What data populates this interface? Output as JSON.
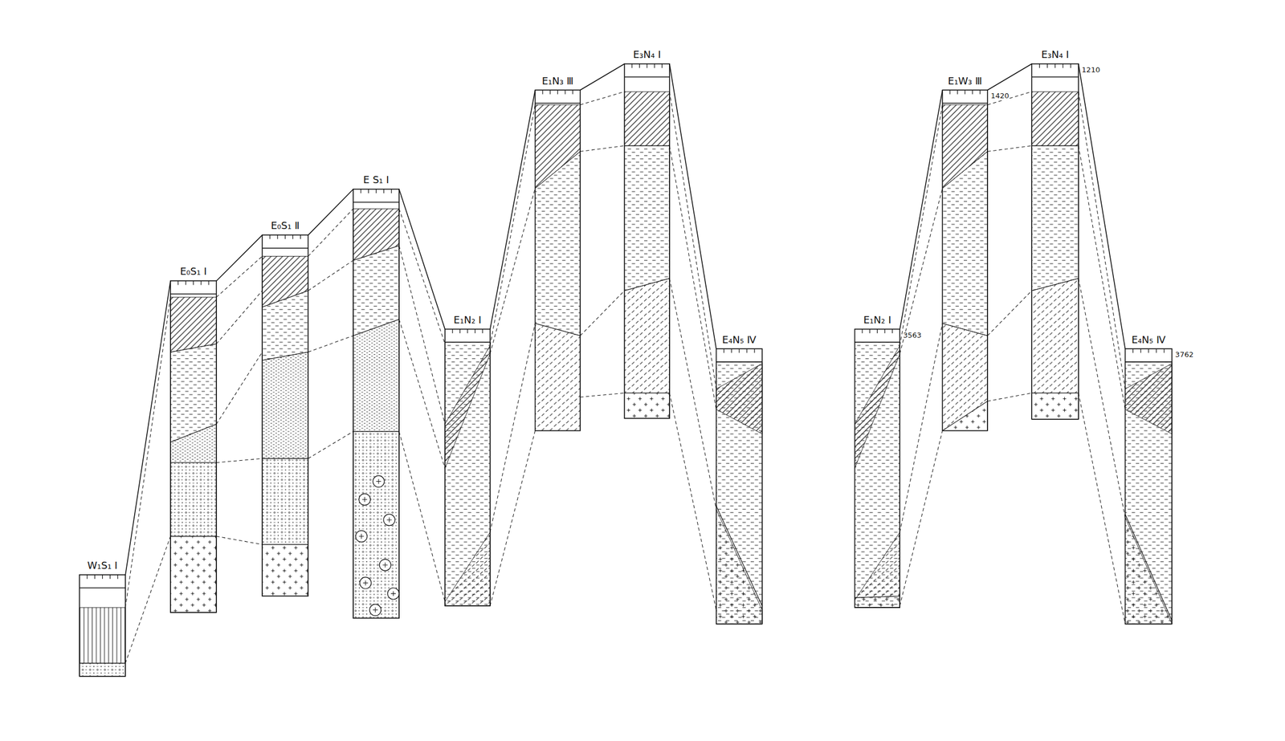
{
  "diagram": {
    "nodes": [
      {
        "text": [
          "W₁S₁ Ⅰ"
        ]
      },
      {
        "text": [
          "E₀S₁ Ⅰ"
        ]
      },
      {
        "text": [
          "E₀S₁ Ⅱ"
        ]
      },
      {
        "text": [
          "E S₁ Ⅰ"
        ]
      },
      {
        "text": [
          "E₁N₂ Ⅰ"
        ]
      },
      {
        "text": [
          "E₁N₃ Ⅲ"
        ]
      },
      {
        "text": [
          "E₃N₄ Ⅰ"
        ]
      },
      {
        "text": [
          "E₄N₅ Ⅳ"
        ]
      },
      {
        "text": [
          "E₁N₂ Ⅰ",
          "3563"
        ]
      },
      {
        "text": [
          "E₁W₃ Ⅲ",
          "1420"
        ]
      },
      {
        "text": [
          "E₃N₄ Ⅰ",
          "1210"
        ]
      },
      {
        "text": [
          "E₄N₅ Ⅳ",
          "3762"
        ]
      }
    ],
    "edges": [
      {
        "from": 0,
        "to": 1,
        "arrow": "none"
      },
      {
        "from": 1,
        "to": 2,
        "arrow": "none"
      },
      {
        "from": 2,
        "to": 3,
        "arrow": "none"
      },
      {
        "from": 3,
        "to": 4,
        "arrow": "none"
      },
      {
        "from": 4,
        "to": 5,
        "arrow": "none"
      },
      {
        "from": 5,
        "to": 6,
        "arrow": "none"
      },
      {
        "from": 6,
        "to": 7,
        "arrow": "none"
      },
      {
        "from": 8,
        "to": 9,
        "arrow": "none"
      },
      {
        "from": 9,
        "to": 10,
        "arrow": "none"
      },
      {
        "from": 10,
        "to": 11,
        "arrow": "none"
      }
    ]
  }
}
